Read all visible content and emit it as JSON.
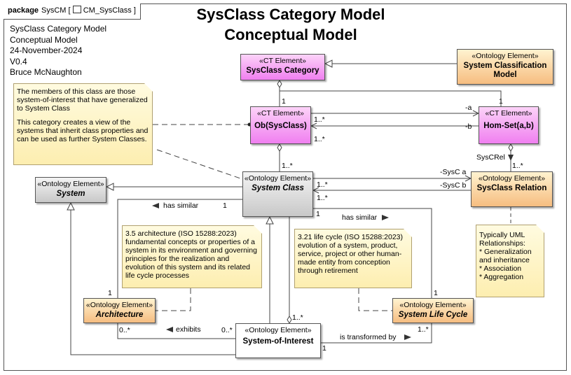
{
  "package_tab": {
    "keyword": "package",
    "name": "SysCM",
    "diagram": "CM_SysClass"
  },
  "title": {
    "line1": "SysClass Category Model",
    "line2": "Conceptual Model"
  },
  "info": [
    "SysClass Category Model",
    "Conceptual Model",
    "24-November-2024",
    "V0.4",
    "Bruce McNaughton"
  ],
  "elements": {
    "sysclass_category": {
      "stereotype": "«CT Element»",
      "name": "SysClass Category"
    },
    "system_classification_model": {
      "stereotype": "«Ontology Element»",
      "name": "System Classification Model"
    },
    "ob_sysclass": {
      "stereotype": "«CT Element»",
      "name": "Ob(SysClass)"
    },
    "hom_set": {
      "stereotype": "«CT Element»",
      "name": "Hom-Set(a,b)"
    },
    "system": {
      "stereotype": "«Ontology Element»",
      "name": "System"
    },
    "system_class": {
      "stereotype": "«Ontology Element»",
      "name": "System Class"
    },
    "sysclass_relation": {
      "stereotype": "«Ontology Element»",
      "name": "SysClass Relation"
    },
    "architecture": {
      "stereotype": "«Ontology Element»",
      "name": "Architecture"
    },
    "system_of_interest": {
      "stereotype": "«Ontology Element»",
      "name": "System-of-Interest"
    },
    "system_life_cycle": {
      "stereotype": "«Ontology Element»",
      "name": "System Life Cycle"
    }
  },
  "notes": {
    "members": [
      "The members of this class are those system-of-interest that have generalized to System Class",
      "This category creates a view of the systems that inherit class properties and can be used as further System Classes."
    ],
    "architecture": "3.5 architecture (ISO 15288:2023) fundamental concepts or properties of a system in its environment and governing principles for the realization and evolution of this system and its related life cycle processes",
    "life_cycle": "3.21 life cycle (ISO 15288:2023) evolution of a system, product, service, project or other human-made entity from conception through retirement",
    "uml": [
      "Typically UML Relationships:",
      "* Generalization and inheritance",
      "* Association",
      "* Aggregation"
    ]
  },
  "labels": {
    "m_cat_ob": "1",
    "m_cat_hom": "1",
    "m_ob_out": "1..*",
    "m_ob_in": "1..*",
    "role_a": "-a",
    "role_b": "-b",
    "sysc_rel": "SysCRel",
    "m_hom_rel": "1..*",
    "m_ob_sc": "1..*",
    "role_sysc_a": "-SysC a",
    "role_sysc_b": "-SysC b",
    "m_sc_rel1": "1..*",
    "m_sc_rel2": "1..*",
    "has_similar_left": "has similar",
    "has_similar_left_m": "1",
    "has_similar_right": "has similar",
    "m_sc_right": "1",
    "m_arch_top": "1",
    "m_slc_top": "1",
    "exhibits": "exhibits",
    "m_arch_ex": "0..*",
    "m_soi_ex": "0..*",
    "m_soi_top": "1..*",
    "transformed": "is transformed by",
    "m_soi_tr": "1",
    "m_slc_tr": "1..*"
  }
}
